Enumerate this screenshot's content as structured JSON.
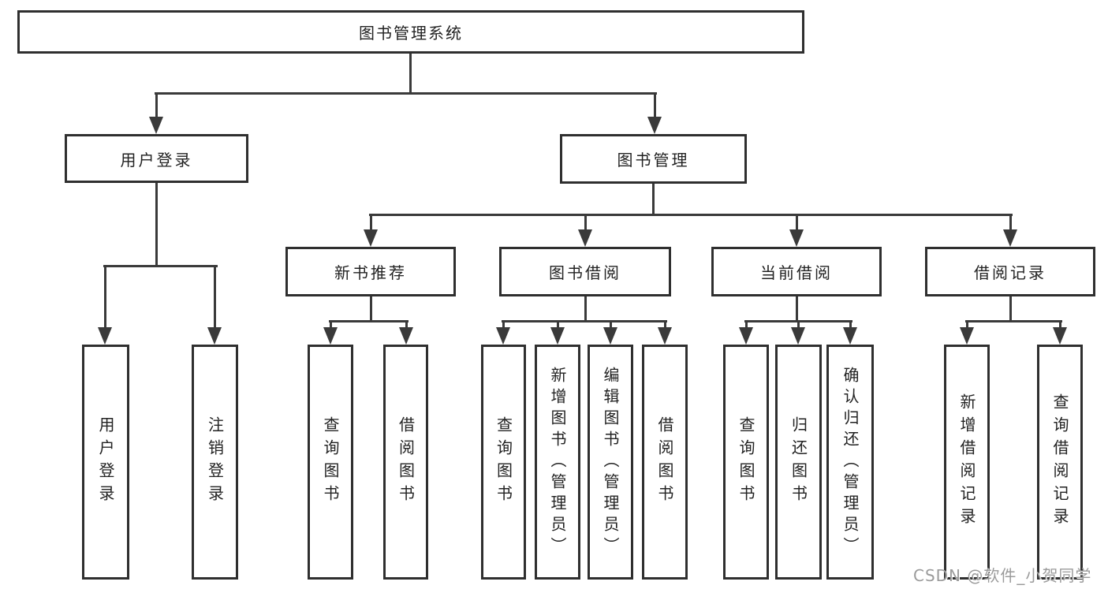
{
  "diagram": {
    "title": "图书管理系统",
    "level2": [
      "用户登录",
      "图书管理"
    ],
    "level3": [
      "新书推荐",
      "图书借阅",
      "当前借阅",
      "借阅记录"
    ],
    "leaves_user_login": [
      "用户登录",
      "注销登录"
    ],
    "leaves_new_book": [
      "查询图书",
      "借阅图书"
    ],
    "leaves_book_borrow": [
      "查询图书",
      "新增图书（管理员）",
      "编辑图书（管理员）",
      "借阅图书"
    ],
    "leaves_current_borrow": [
      "查询图书",
      "归还图书",
      "确认归还（管理员）"
    ],
    "leaves_borrow_record": [
      "新增借阅记录",
      "查询借阅记录"
    ],
    "watermark": "CSDN @软件_小贺同学",
    "colors": {
      "line": "#3a3a3a",
      "border": "#2f2f2f",
      "text": "#222222",
      "watermark": "#9b9b9b",
      "background": "#ffffff"
    }
  }
}
